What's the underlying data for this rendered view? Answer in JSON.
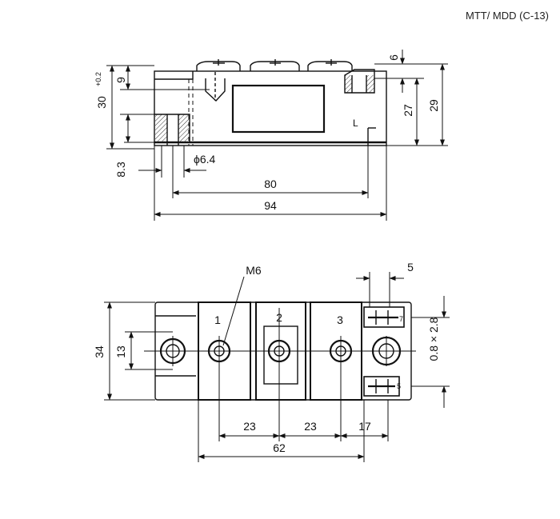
{
  "header": {
    "model_code": "MTT/ MDD (C-13)"
  },
  "side_view": {
    "dims": {
      "d9": "9",
      "d30": "30",
      "d30_tol": "+0.2",
      "d8_3": "8.3",
      "phi": "ϕ6.4",
      "d80": "80",
      "d94": "94",
      "d6": "6",
      "d27": "27",
      "d29": "29",
      "terminal_letter": "L"
    }
  },
  "top_view": {
    "thread_label": "M6",
    "terminals": [
      "1",
      "2",
      "3"
    ],
    "dims": {
      "d34": "34",
      "d13": "13",
      "d23a": "23",
      "d23b": "23",
      "d17": "17",
      "d62": "62",
      "d5": "5",
      "tab": "0.8 × 2.8",
      "small7": "7",
      "small5": "5"
    }
  },
  "colors": {
    "line": "#111111",
    "hatch": "#333333",
    "background": "#ffffff"
  },
  "icons": {
    "arrowhead": "arrow-head-icon"
  }
}
